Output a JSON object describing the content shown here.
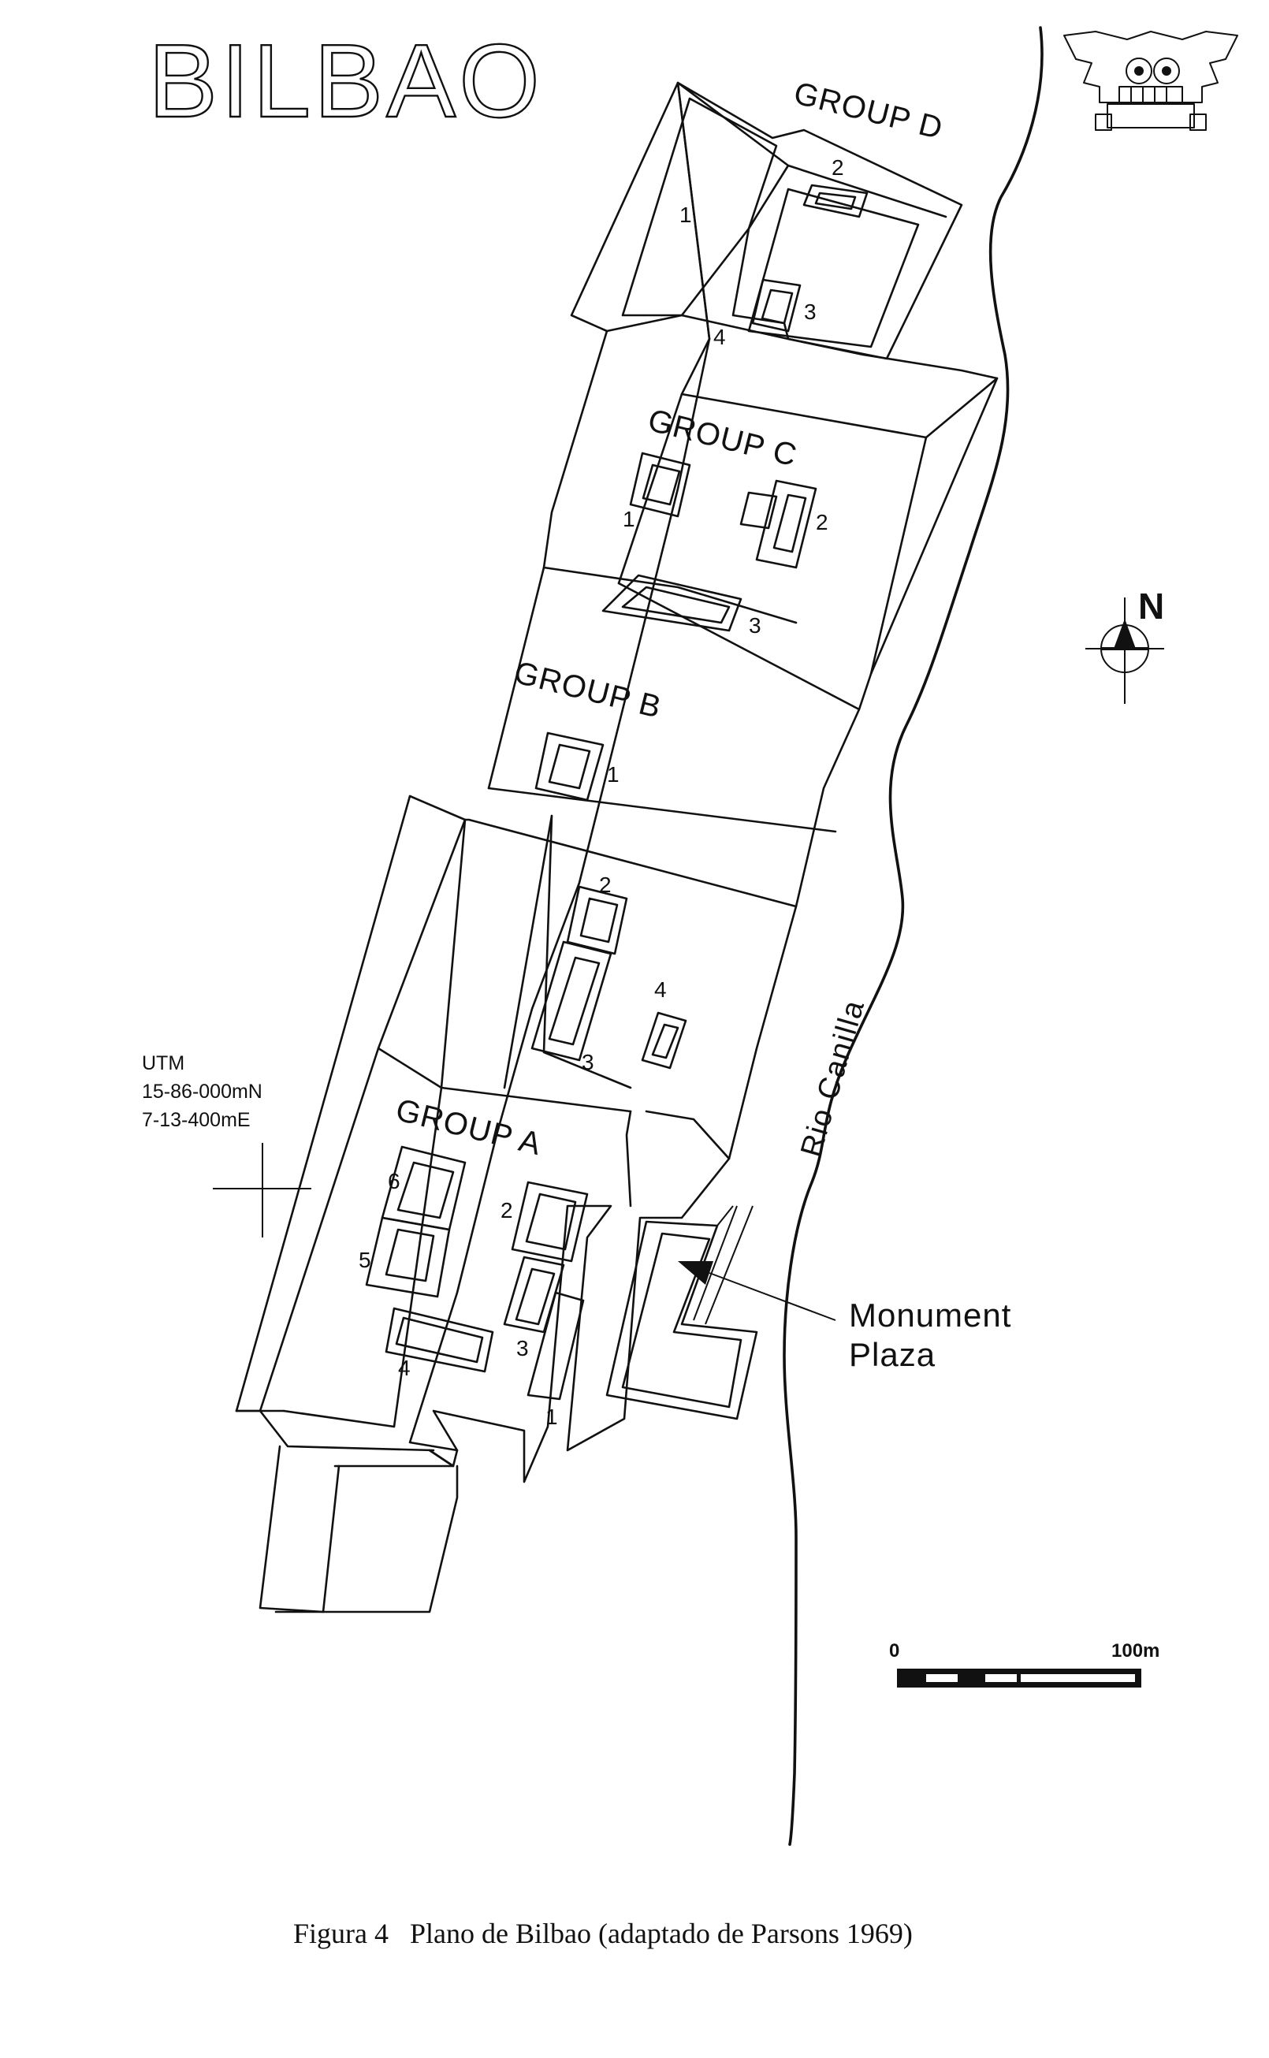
{
  "title": "BILBAO",
  "groups": {
    "a": {
      "label": "GROUP A",
      "structures": [
        "1",
        "2",
        "3",
        "4",
        "5",
        "6"
      ]
    },
    "b": {
      "label": "GROUP B",
      "structures": [
        "1",
        "2",
        "3",
        "4"
      ]
    },
    "c": {
      "label": "GROUP C",
      "structures": [
        "1",
        "2",
        "3"
      ]
    },
    "d": {
      "label": "GROUP D",
      "structures": [
        "1",
        "2",
        "3",
        "4"
      ]
    }
  },
  "utm": {
    "line1": "UTM",
    "line2": "15-86-000mN",
    "line3": "7-13-400mE"
  },
  "monument_plaza": {
    "line1": "Monument",
    "line2": "Plaza"
  },
  "river": {
    "label": "Rio Canilla"
  },
  "north_arrow": {
    "label": "N"
  },
  "scale_bar": {
    "start_label": "0",
    "end_label": "100m"
  },
  "caption": "Figura 4   Plano de Bilbao (adaptado de Parsons 1969)",
  "icons": {
    "logo": "mesoamerican-glyph-logo",
    "north": "north-arrow-icon",
    "utm": "utm-crosshair-icon"
  },
  "colors": {
    "ink": "#111111",
    "paper": "#ffffff"
  }
}
